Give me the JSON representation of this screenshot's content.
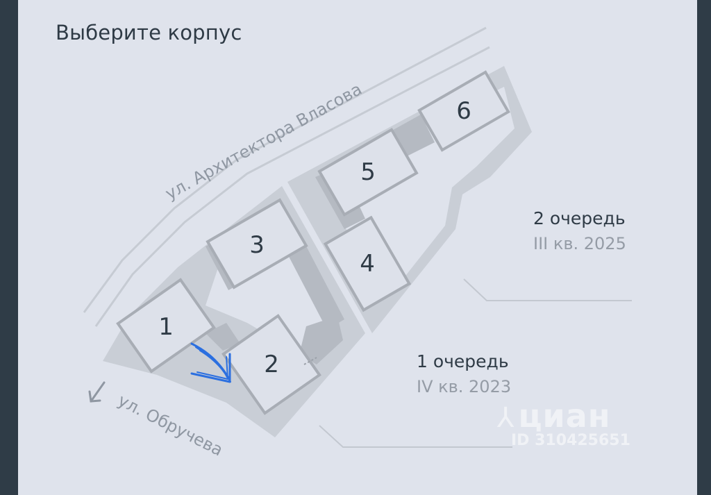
{
  "title": "Выберите корпус",
  "streets": {
    "vlasova": "ул. Архитектора Власова",
    "obrucheva": "ул. Обручева"
  },
  "buildings": [
    "1",
    "2",
    "3",
    "4",
    "5",
    "6"
  ],
  "phases": [
    {
      "name": "2 очередь",
      "date": "III кв. 2025"
    },
    {
      "name": "1 очередь",
      "date": "IV кв. 2023"
    }
  ],
  "watermark": {
    "logo": "циан",
    "id": "ID 310425651"
  },
  "colors": {
    "panel": "#dfe3ec",
    "frame": "#2f3c47",
    "site": "#c9ced6",
    "path": "#b5bac2",
    "building_fill": "#dde1ea",
    "building_stroke": "#a8adb5",
    "scribble": "#2b6fe0"
  }
}
